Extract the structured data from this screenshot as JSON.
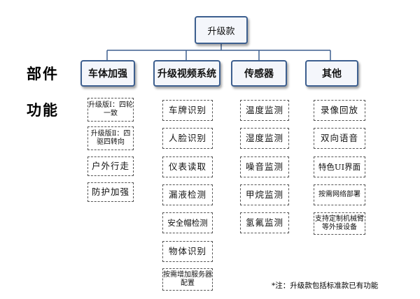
{
  "root": {
    "label": "升级款"
  },
  "row_labels": {
    "parts": "部件",
    "functions": "功能"
  },
  "categories": [
    {
      "label": "车体加强",
      "items": [
        "升级版Ⅰ：四轮一致",
        "升级版Ⅱ：四驱四转向",
        "户外行走",
        "防护加强"
      ]
    },
    {
      "label": "升级视频系统",
      "items": [
        "车牌识别",
        "人脸识别",
        "仪表读取",
        "漏液检测",
        "安全帽检测",
        "物体识别",
        "按需增加服务器配置"
      ]
    },
    {
      "label": "传感器",
      "items": [
        "温度监测",
        "湿度监测",
        "噪音监测",
        "甲烷监测",
        "氢氟监测"
      ]
    },
    {
      "label": "其他",
      "items": [
        "录像回放",
        "双向语音",
        "特色UI界面",
        "按需网络部署",
        "支持定制机械臂等外接设备"
      ]
    }
  ],
  "note": "*注：升级款包括标准款已有功能",
  "colors": {
    "line": "#3d5f8f",
    "box_fill": "#f4f6fb"
  }
}
